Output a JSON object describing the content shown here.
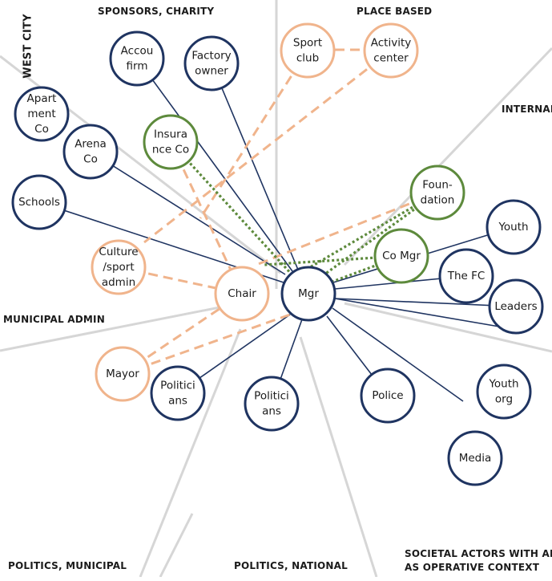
{
  "sectors": {
    "west_city": "WEST CITY",
    "sponsors_charity": "SPONSORS, CHARITY",
    "place_based": "PLACE BASED",
    "internal": "INTERNAL",
    "municipal_admin": "MUNICIPAL ADMIN",
    "politics_municipal": "POLITICS, MUNICIPAL",
    "politics_national": "POLITICS, NATIONAL",
    "societal_actors_line1": "SOCIETAL ACTORS WITH AREA",
    "societal_actors_line2": "AS OPERATIVE CONTEXT"
  },
  "colors": {
    "navy": "#1f3461",
    "peach": "#f0b48c",
    "green": "#5d8a3c",
    "sector_line": "#d6d6d6"
  },
  "nodes": {
    "accou_firm": [
      "Accou",
      "firm"
    ],
    "factory_owner": [
      "Factory",
      "owner"
    ],
    "sport_club": [
      "Sport",
      "club"
    ],
    "activity_center": [
      "Activity",
      "center"
    ],
    "apartment_co": [
      "Apart",
      "ment",
      "Co"
    ],
    "arena_co": [
      "Arena",
      "Co"
    ],
    "insurance_co": [
      "Insura",
      "nce Co"
    ],
    "schools": [
      "Schools"
    ],
    "foundation": [
      "Foun-",
      "dation"
    ],
    "youth": [
      "Youth"
    ],
    "co_mgr": [
      "Co Mgr"
    ],
    "the_fc": [
      "The FC"
    ],
    "culture_sport_admin": [
      "Culture",
      "/sport",
      "admin"
    ],
    "chair": [
      "Chair"
    ],
    "mgr": [
      "Mgr"
    ],
    "leaders": [
      "Leaders"
    ],
    "mayor": [
      "Mayor"
    ],
    "politicians_municipal": [
      "Politici",
      "ans"
    ],
    "politicians_national": [
      "Politici",
      "ans"
    ],
    "police": [
      "Police"
    ],
    "youth_org": [
      "Youth",
      "org"
    ],
    "media": [
      "Media"
    ]
  }
}
